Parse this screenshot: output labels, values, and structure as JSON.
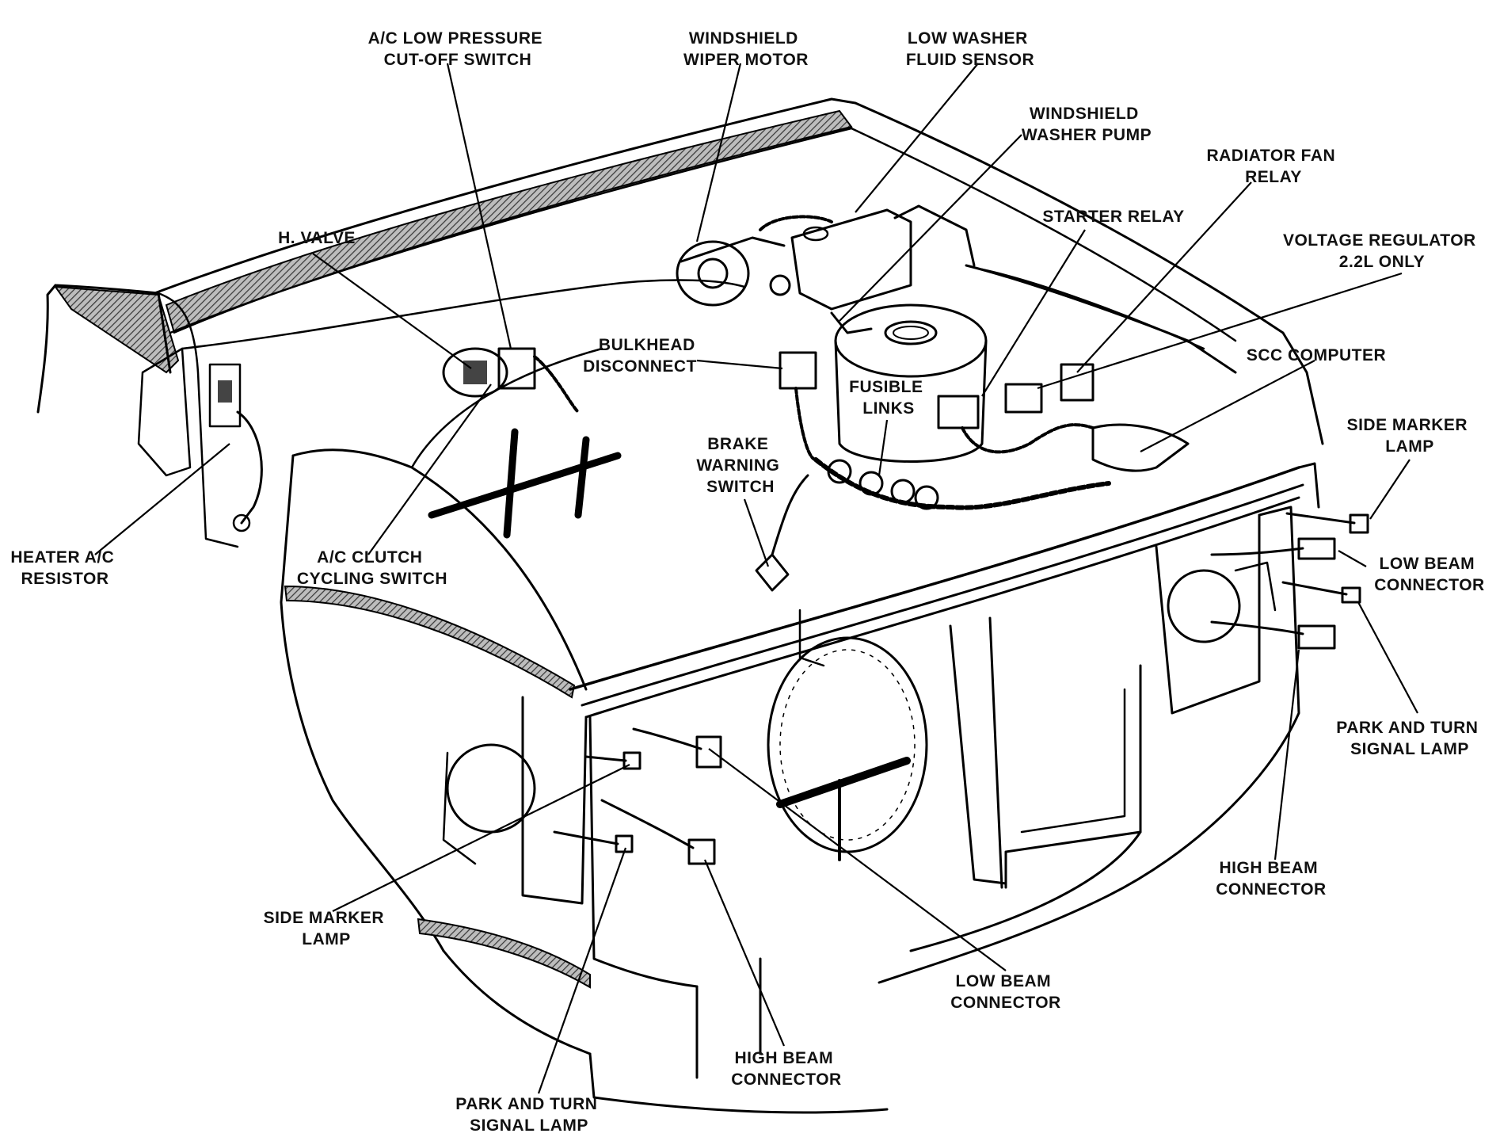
{
  "labels": {
    "ac_low_pressure": [
      "A/C LOW PRESSURE",
      "CUT-OFF SWITCH"
    ],
    "wiper_motor": [
      "WINDSHIELD",
      "WIPER MOTOR"
    ],
    "low_washer": [
      "LOW WASHER",
      "FLUID SENSOR"
    ],
    "washer_pump": [
      "WINDSHIELD",
      "WASHER PUMP"
    ],
    "radiator_fan": [
      "RADIATOR FAN",
      "RELAY"
    ],
    "starter_relay": [
      "STARTER RELAY"
    ],
    "voltage_reg": [
      "VOLTAGE REGULATOR",
      "2.2L ONLY"
    ],
    "h_valve": [
      "H. VALVE"
    ],
    "bulkhead": [
      "BULKHEAD",
      "DISCONNECT"
    ],
    "scc_computer": [
      "SCC COMPUTER"
    ],
    "fusible_links": [
      "FUSIBLE",
      "LINKS"
    ],
    "brake_warning": [
      "BRAKE",
      "WARNING",
      "SWITCH"
    ],
    "side_marker_r": [
      "SIDE MARKER",
      "LAMP"
    ],
    "heater_resistor": [
      "HEATER A/C",
      "RESISTOR"
    ],
    "ac_clutch": [
      "A/C CLUTCH",
      "CYCLING SWITCH"
    ],
    "low_beam_r": [
      "LOW BEAM",
      "CONNECTOR"
    ],
    "park_turn_r": [
      "PARK AND TURN",
      "SIGNAL LAMP"
    ],
    "high_beam_r": [
      "HIGH BEAM",
      "CONNECTOR"
    ],
    "side_marker_l": [
      "SIDE MARKER",
      "LAMP"
    ],
    "low_beam_l": [
      "LOW BEAM",
      "CONNECTOR"
    ],
    "high_beam_l": [
      "HIGH BEAM",
      "CONNECTOR"
    ],
    "park_turn_l": [
      "PARK AND TURN",
      "SIGNAL LAMP"
    ]
  }
}
